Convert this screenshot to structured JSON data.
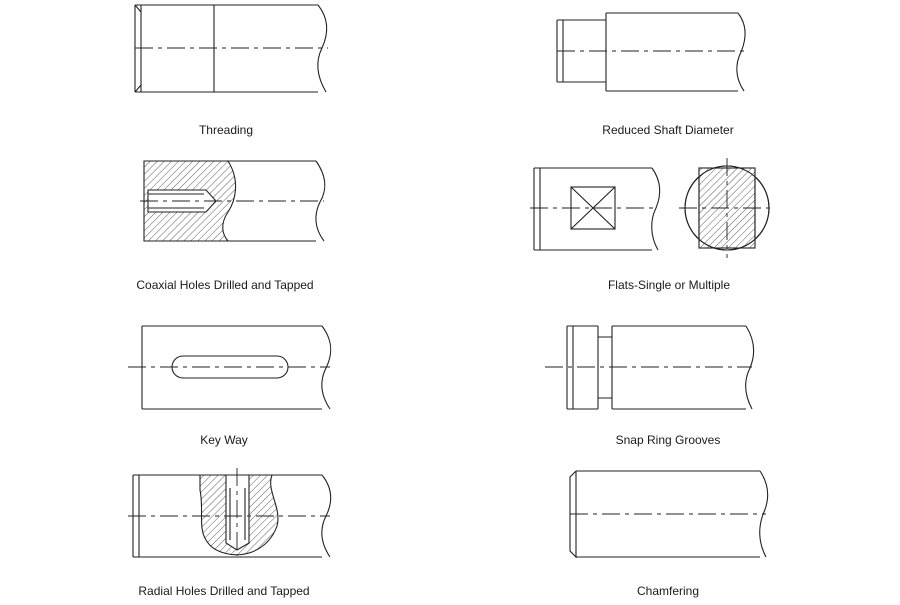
{
  "captions": {
    "threading": "Threading",
    "reduced_shaft": "Reduced Shaft Diameter",
    "coaxial_holes": "Coaxial Holes Drilled and Tapped",
    "flats": "Flats-Single or Multiple",
    "key_way": "Key Way",
    "snap_ring": "Snap Ring Grooves",
    "radial_holes": "Radial Holes Drilled and Tapped",
    "chamfering": "Chamfering"
  },
  "colors": {
    "line": "#222222",
    "background": "#ffffff"
  }
}
